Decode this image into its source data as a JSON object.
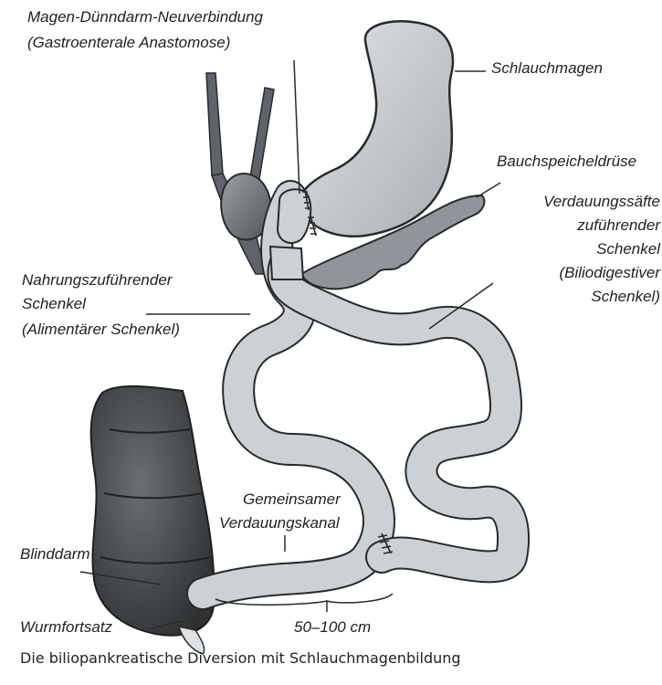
{
  "labels": {
    "gastro_anastomosis": [
      "Magen-Dünndarm-Neuverbindung",
      "(Gastroenterale Anastomose)"
    ],
    "sleeve_stomach": "Schlauchmagen",
    "pancreas": "Bauchspeicheldrüse",
    "biliary_limb": [
      "Verdauungssäfte",
      "zuführender",
      "Schenkel",
      "(Biliodigestiver",
      "Schenkel)"
    ],
    "alimentary_limb": [
      "Nahrungszuführender",
      "Schenkel",
      "(Alimentärer Schenkel)"
    ],
    "common_channel": [
      "Gemeinsamer",
      "Verdauungskanal"
    ],
    "cecum": "Blinddarm",
    "appendix": "Wurmfortsatz",
    "length": "50–100 cm"
  },
  "caption": "Die biliopankreatische Diversion mit Schlauchmagenbildung",
  "colors": {
    "intestine": "#cbd0d4",
    "intestine_outline": "#2a2a2a",
    "colon": "#4a4d50",
    "colon_dark": "#2c2e30",
    "text": "#222222"
  }
}
